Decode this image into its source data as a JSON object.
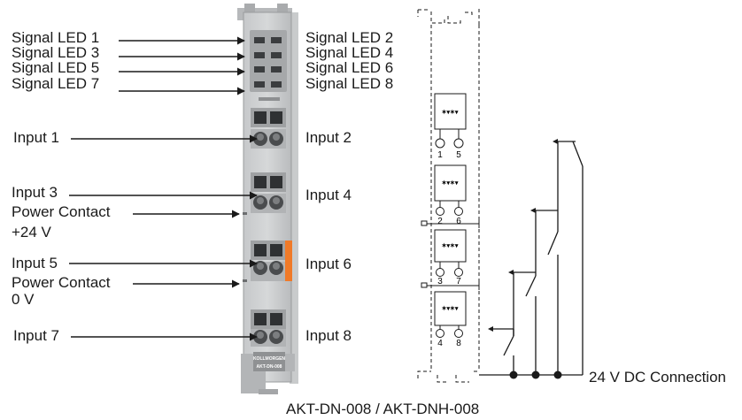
{
  "labels": {
    "signal_led_1": "Signal LED 1",
    "signal_led_2": "Signal LED 2",
    "signal_led_3": "Signal LED 3",
    "signal_led_4": "Signal LED 4",
    "signal_led_5": "Signal LED 5",
    "signal_led_6": "Signal LED 6",
    "signal_led_7": "Signal LED 7",
    "signal_led_8": "Signal LED 8",
    "input_1": "Input 1",
    "input_2": "Input 2",
    "input_3": "Input 3",
    "input_4": "Input 4",
    "input_5": "Input 5",
    "input_6": "Input 6",
    "input_7": "Input 7",
    "input_8": "Input 8",
    "power_contact_pos": "Power Contact",
    "power_contact_pos_value": "+24 V",
    "power_contact_neg": "Power Contact",
    "power_contact_neg_value": "0 V"
  },
  "module": {
    "brand": "KOLLMORGEN",
    "model": "AKT-DN-008",
    "accent_color": "#f07a28"
  },
  "schematic": {
    "terminal_pairs": [
      {
        "left": "1",
        "right": "5"
      },
      {
        "left": "2",
        "right": "6"
      },
      {
        "left": "3",
        "right": "7"
      },
      {
        "left": "4",
        "right": "8"
      }
    ],
    "dc_connection": "24 V DC Connection"
  },
  "caption": "AKT-DN-008 / AKT-DNH-008"
}
